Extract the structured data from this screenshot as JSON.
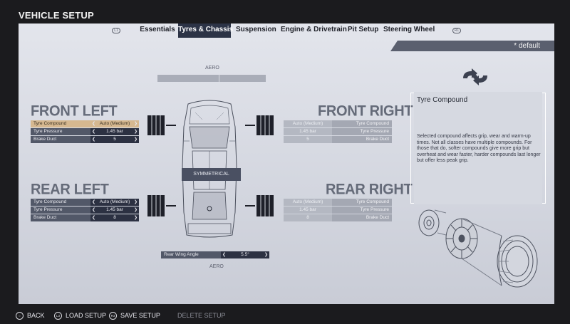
{
  "header": {
    "title": "VEHICLE SETUP"
  },
  "tabs": {
    "left_bumper": "L1",
    "right_bumper": "R1",
    "items": [
      {
        "label": "Essentials"
      },
      {
        "label": "Tyres & Chassis"
      },
      {
        "label": "Suspension"
      },
      {
        "label": "Engine & Drivetrain"
      },
      {
        "label": "Pit Setup"
      },
      {
        "label": "Steering Wheel"
      }
    ],
    "active_index": 1
  },
  "preset": {
    "label": "* default"
  },
  "aero": {
    "top_label": "AERO",
    "bottom_label": "AERO"
  },
  "front_left": {
    "title": "FRONT LEFT",
    "rows": [
      {
        "label": "Tyre Compound",
        "value": "Auto (Medium)"
      },
      {
        "label": "Tyre Pressure",
        "value": "1.45 bar"
      },
      {
        "label": "Brake Duct",
        "value": "5"
      }
    ]
  },
  "front_right": {
    "title": "FRONT RIGHT",
    "rows": [
      {
        "label": "Tyre Compound",
        "value": "Auto (Medium)"
      },
      {
        "label": "Tyre Pressure",
        "value": "1.45 bar"
      },
      {
        "label": "Brake Duct",
        "value": "5"
      }
    ]
  },
  "rear_left": {
    "title": "REAR LEFT",
    "rows": [
      {
        "label": "Tyre Compound",
        "value": "Auto (Medium)"
      },
      {
        "label": "Tyre Pressure",
        "value": "1.45 bar"
      },
      {
        "label": "Brake Duct",
        "value": "8"
      }
    ]
  },
  "rear_right": {
    "title": "REAR RIGHT",
    "rows": [
      {
        "label": "Tyre Compound",
        "value": "Auto (Medium)"
      },
      {
        "label": "Tyre Pressure",
        "value": "1.45 bar"
      },
      {
        "label": "Brake Duct",
        "value": "8"
      }
    ]
  },
  "symmetrical": {
    "label": "SYMMETRICAL"
  },
  "rear_wing": {
    "label": "Rear Wing Angle",
    "value": "5.5°"
  },
  "info": {
    "title": "Tyre Compound",
    "description": "Selected compound affects grip, wear and warm-up times. Not all classes have multiple compounds. For those that do, softer compounds give more grip but overheat and wear faster, harder compounds last longer but offer less peak grip.",
    "logo_icon": "tyre-swap-icon"
  },
  "footer": {
    "back": {
      "icon": "circle-button-icon",
      "label": "BACK"
    },
    "load": {
      "icon": "L3",
      "label": "LOAD SETUP"
    },
    "save": {
      "icon": "R3",
      "label": "SAVE SETUP"
    },
    "delete": {
      "label": "DELETE SETUP"
    }
  },
  "colors": {
    "highlight": "#d6b890",
    "active_tab": "#2c3346",
    "value_bg": "#2c3142",
    "label_bg": "#525868",
    "panel_bg": "#d8dbe3"
  }
}
